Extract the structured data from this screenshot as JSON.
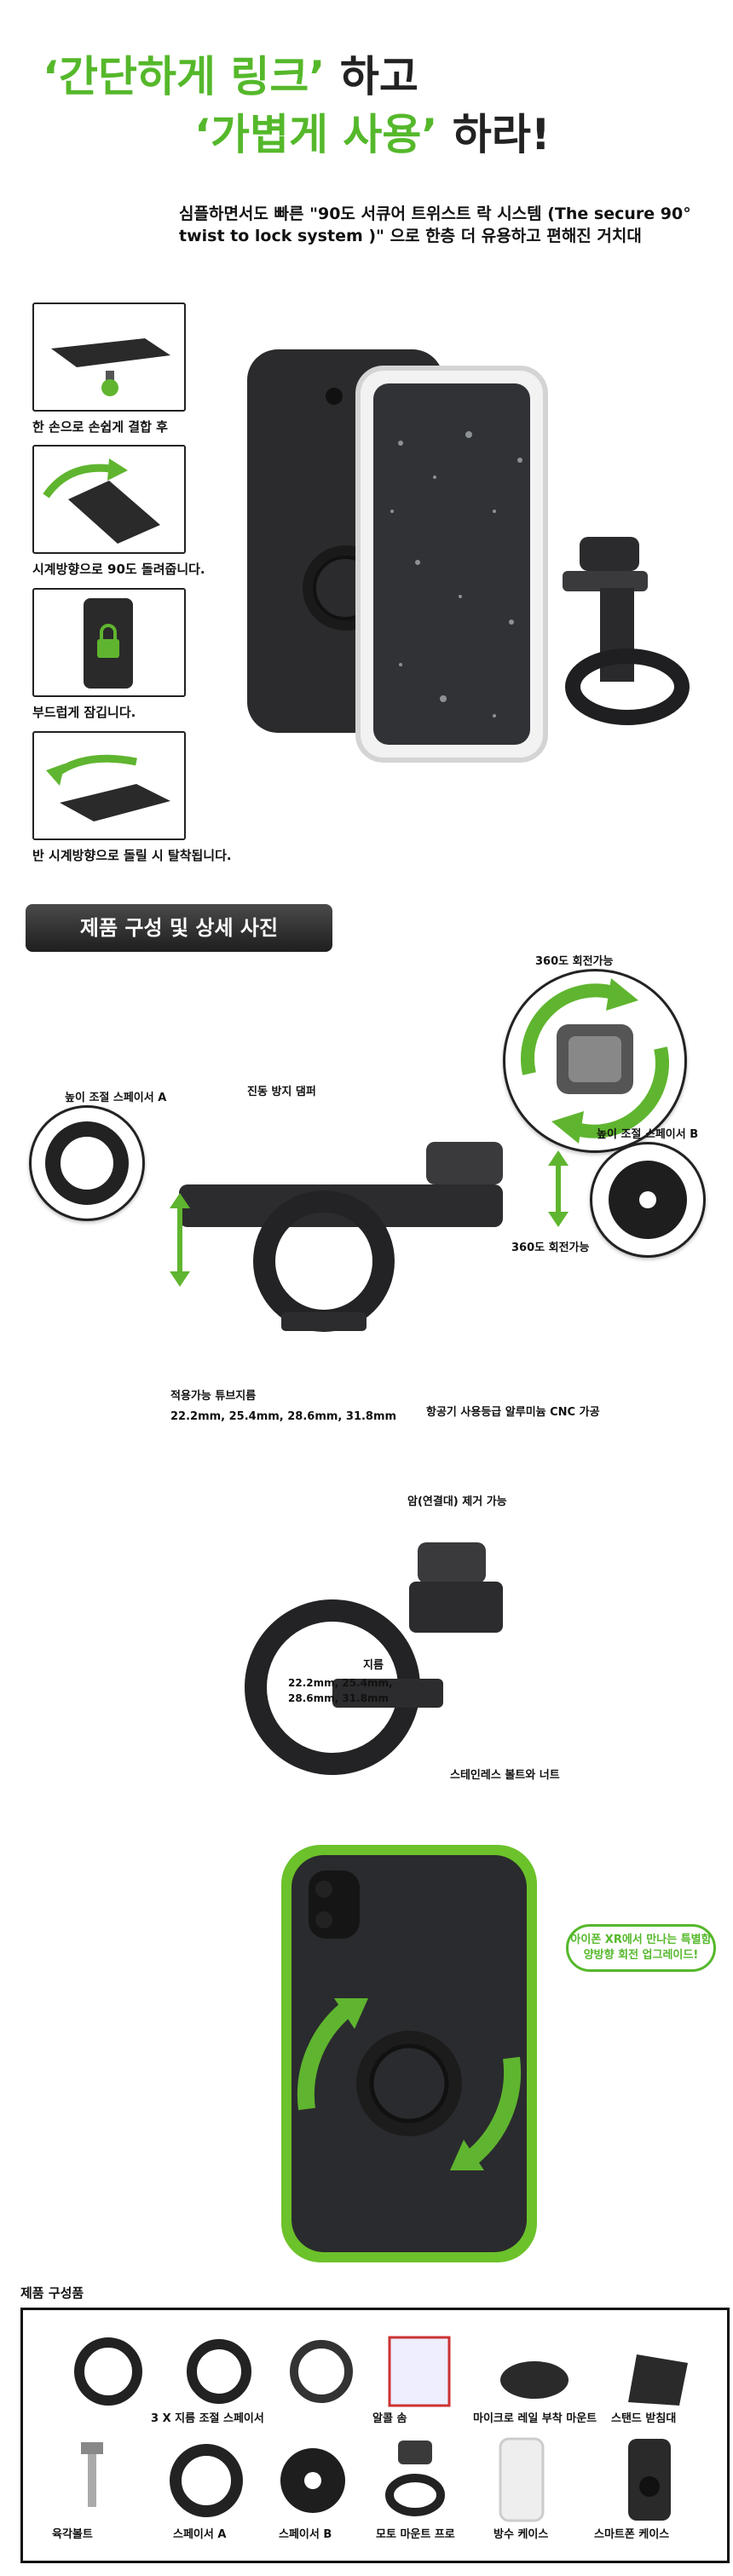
{
  "hero": {
    "line1_q1": "‘",
    "line1_a": "간단하게 링크",
    "line1_q2": "’",
    "line1_b": " 하고",
    "line2_q1": "‘",
    "line2_a": "가볍게 사용",
    "line2_q2": "’",
    "line2_b": " 하라!"
  },
  "subtitle": "심플하면서도 빠른 \"90도 서큐어 트위스트 락 시스템 (The secure 90° twist to lock system )\" 으로 한층 더 유용하고 편해진 거치대",
  "steps": [
    {
      "caption": "한 손으로 손쉽게 결합 후"
    },
    {
      "caption": "시계방향으로  90도 돌려줍니다."
    },
    {
      "caption": "부드럽게 잠깁니다."
    },
    {
      "caption": "반 시계방향으로 돌릴 시 탈착됩니다."
    }
  ],
  "section": {
    "banner": "제품 구성 및 상세 사진"
  },
  "detail1": {
    "rotate_top": "360도 회전가능",
    "spacer_a": "높이 조절 스페이서 A",
    "damper": "진동 방지 댐퍼",
    "spacer_b": "높이 조절 스페이서 B",
    "rotate_mid": "360도 회전가능",
    "tube_title": "적용가능 튜브지름",
    "tube_sizes": "22.2mm, 25.4mm, 28.6mm, 31.8mm",
    "cnc": "항공기 사용등급 알루미늄 CNC 가공"
  },
  "detail2": {
    "arm": "암(연결대) 제거 가능",
    "diameter_title": "지름",
    "diameter_line1": "22.2mm, 25.4mm,",
    "diameter_line2": "28.6mm, 31.8mm",
    "bolt": "스테인레스 볼트와 너트"
  },
  "phone_callout": {
    "line1": "아이폰 XR에서 만나는 특별함",
    "line2": "양방향 회전 업그레이드!"
  },
  "components": {
    "title": "제품 구성품",
    "row1": [
      "3 X 지름 조절 스페이서",
      "알콜 솜",
      "마이크로 레일 부착 마운트",
      "스탠드 받침대"
    ],
    "row2": [
      "육각볼트",
      "스페이서 A",
      "스페이서 B",
      "모토 마운트 프로",
      "방수 케이스",
      "스마트폰 케이스"
    ]
  },
  "colors": {
    "accent": "#55b82b",
    "dark": "#222222"
  }
}
